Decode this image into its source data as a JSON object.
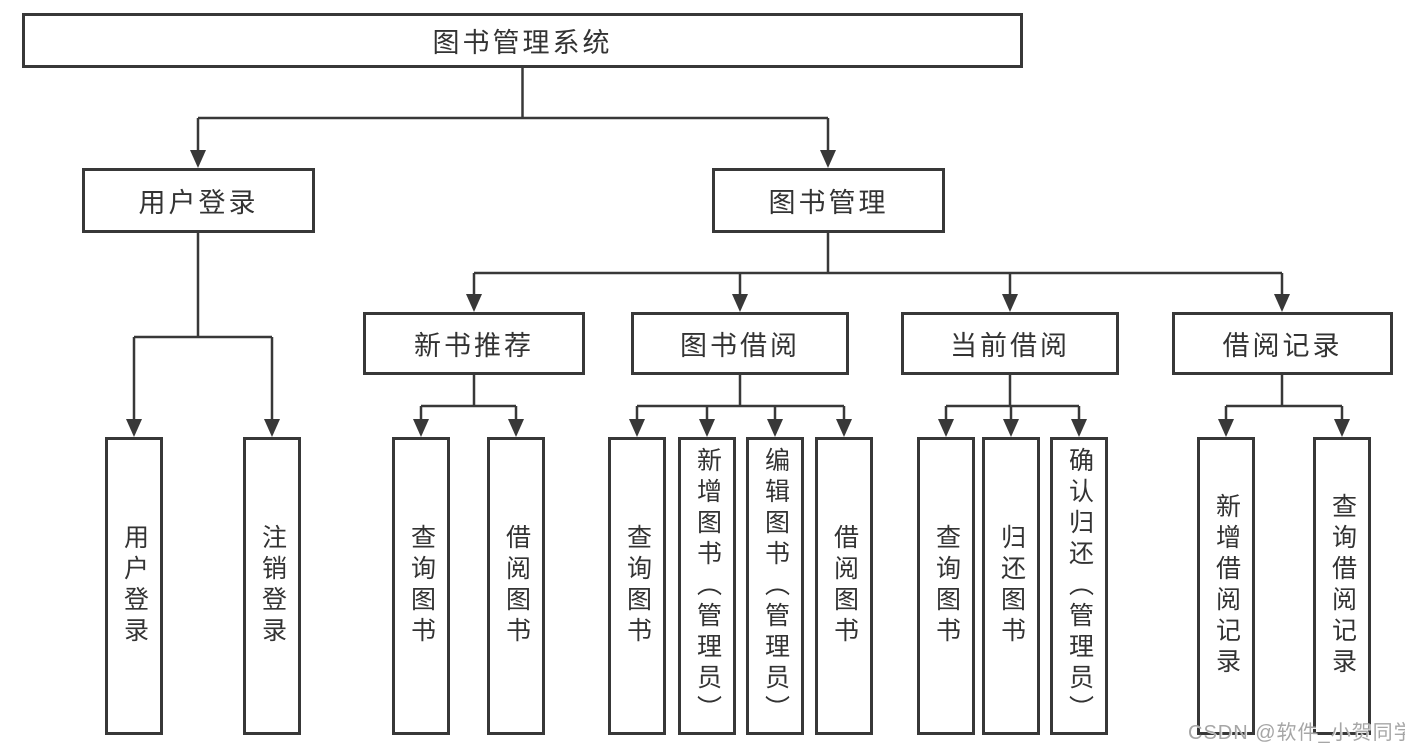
{
  "tree": {
    "root": "图书管理系统",
    "branches": [
      {
        "label": "用户登录",
        "children": [
          "用户登录",
          "注销登录"
        ]
      },
      {
        "label": "图书管理",
        "groups": [
          {
            "label": "新书推荐",
            "children": [
              "查询图书",
              "借阅图书"
            ]
          },
          {
            "label": "图书借阅",
            "children": [
              "查询图书",
              "新增图书（管理员）",
              "编辑图书（管理员）",
              "借阅图书"
            ]
          },
          {
            "label": "当前借阅",
            "children": [
              "查询图书",
              "归还图书",
              "确认归还（管理员）"
            ]
          },
          {
            "label": "借阅记录",
            "children": [
              "新增借阅记录",
              "查询借阅记录"
            ]
          }
        ]
      }
    ]
  },
  "watermark": "CSDN @软件_小贺同学",
  "colors": {
    "line": "#383838",
    "text": "#333333",
    "background": "#ffffff",
    "watermark": "#a6a6a6"
  }
}
